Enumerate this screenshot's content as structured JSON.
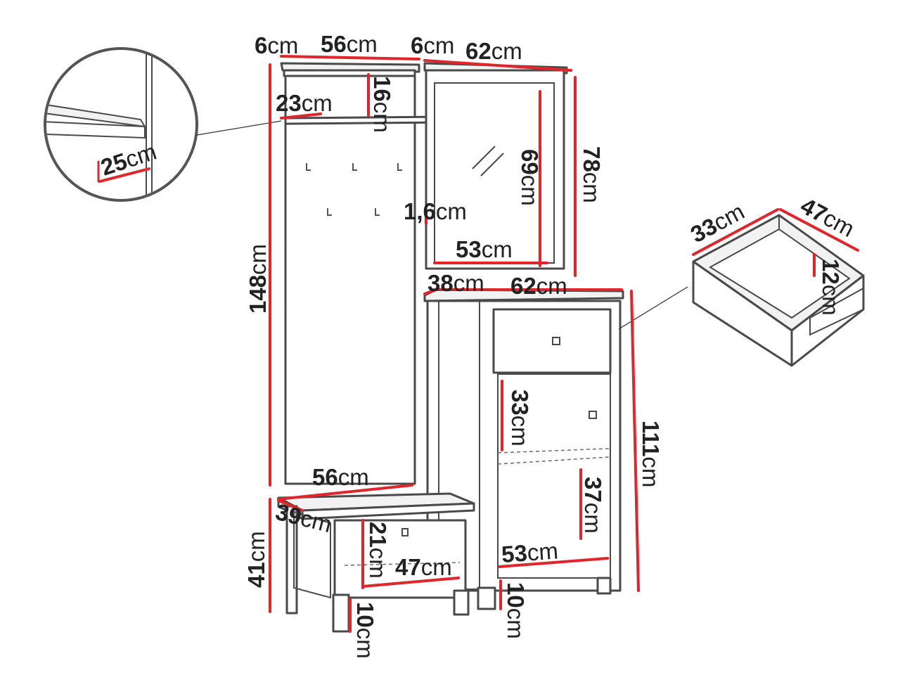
{
  "colors": {
    "dimension_line": "#e0252b",
    "outline": "#4a4a4a",
    "text": "#222222",
    "background": "#ffffff"
  },
  "unit": "cm",
  "dimensions": {
    "coat_panel_top_depth": "6",
    "coat_panel_top_width": "56",
    "mirror_top_depth": "6",
    "mirror_top_width": "62",
    "shelf_depth": "23",
    "shelf_gap": "16",
    "shelf_detail_width": "25",
    "panel_height": "148",
    "panel_thickness": "1,6",
    "mirror_glass_height": "69",
    "mirror_total_height": "78",
    "mirror_glass_width": "53",
    "cabinet_depth": "38",
    "cabinet_width": "62",
    "drawer_depth": "33",
    "drawer_width": "47",
    "drawer_height": "12",
    "cabinet_upper_compartment": "33",
    "cabinet_height": "111",
    "cabinet_lower_compartment": "37",
    "cabinet_inner_width": "53",
    "cabinet_leg_height": "10",
    "bench_width": "56",
    "bench_depth": "39",
    "bench_height": "41",
    "bench_drawer_height": "21",
    "bench_drawer_width": "47",
    "bench_leg_height": "10"
  }
}
